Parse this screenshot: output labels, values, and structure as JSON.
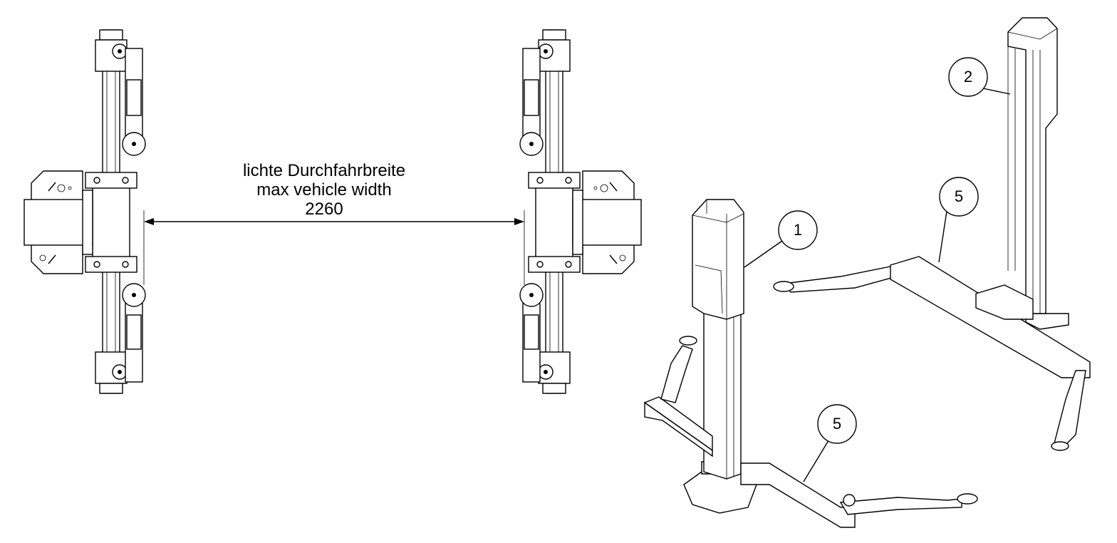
{
  "dimension": {
    "line1": "lichte Durchfahrbreite",
    "line2": "max vehicle width",
    "value": "2260"
  },
  "callouts": [
    {
      "id": "post-1",
      "label": "1"
    },
    {
      "id": "post-2",
      "label": "2"
    },
    {
      "id": "arm-5-right",
      "label": "5"
    },
    {
      "id": "arm-5-bottom",
      "label": "5"
    }
  ]
}
